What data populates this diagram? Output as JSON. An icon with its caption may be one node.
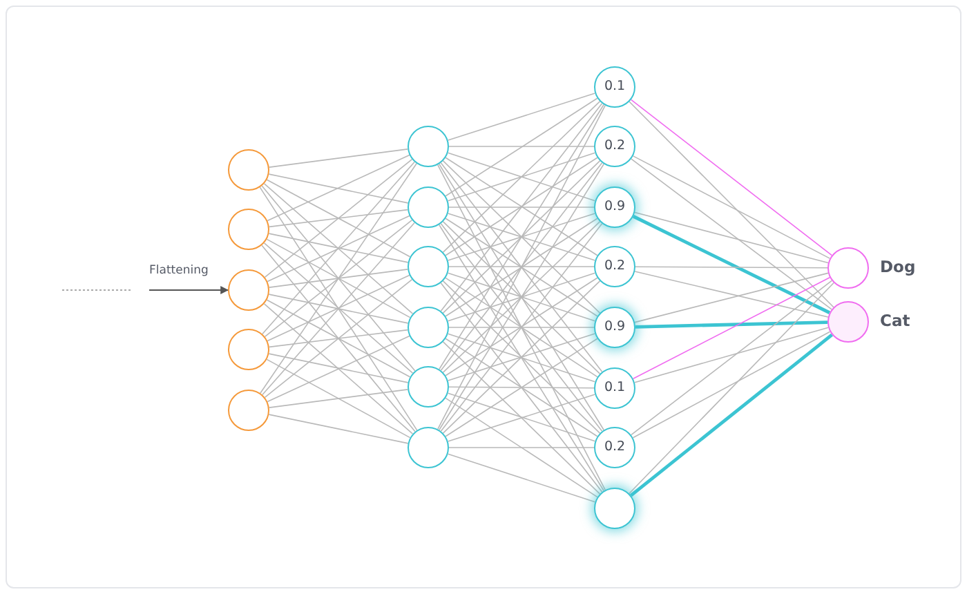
{
  "diagram": {
    "nodes": [
      {
        "text": [],
        "shape": "circle"
      },
      {
        "text": [],
        "shape": "circle"
      },
      {
        "text": [],
        "shape": "circle"
      },
      {
        "text": [],
        "shape": "circle"
      },
      {
        "text": [],
        "shape": "circle"
      },
      {
        "text": [],
        "shape": "circle"
      },
      {
        "text": [],
        "shape": "circle"
      },
      {
        "text": [],
        "shape": "circle"
      },
      {
        "text": [],
        "shape": "circle"
      },
      {
        "text": [],
        "shape": "circle"
      },
      {
        "text": [],
        "shape": "circle"
      },
      {
        "text": [
          "0.1"
        ]
      },
      {
        "text": [
          "0.2"
        ]
      },
      {
        "text": [
          "0.9"
        ]
      },
      {
        "text": [
          "0.2"
        ]
      },
      {
        "text": [
          "0.9"
        ]
      },
      {
        "text": [
          "0.1"
        ]
      },
      {
        "text": [
          "0.2"
        ]
      },
      {
        "text": [],
        "shape": "circle"
      },
      {
        "text": [],
        "shape": "circle",
        "beside": [
          "Dog"
        ]
      },
      {
        "text": [],
        "shape": "circle",
        "beside": [
          "Cat"
        ]
      }
    ],
    "edges": [
      {
        "from": 0,
        "to": 5,
        "arrow": "none"
      },
      {
        "from": 0,
        "to": 6,
        "arrow": "none"
      },
      {
        "from": 0,
        "to": 7,
        "arrow": "none"
      },
      {
        "from": 0,
        "to": 8,
        "arrow": "none"
      },
      {
        "from": 0,
        "to": 9,
        "arrow": "none"
      },
      {
        "from": 0,
        "to": 10,
        "arrow": "none"
      },
      {
        "from": 1,
        "to": 5,
        "arrow": "none"
      },
      {
        "from": 1,
        "to": 6,
        "arrow": "none"
      },
      {
        "from": 1,
        "to": 7,
        "arrow": "none"
      },
      {
        "from": 1,
        "to": 8,
        "arrow": "none"
      },
      {
        "from": 1,
        "to": 9,
        "arrow": "none"
      },
      {
        "from": 1,
        "to": 10,
        "arrow": "none"
      },
      {
        "from": 2,
        "to": 5,
        "arrow": "none"
      },
      {
        "from": 2,
        "to": 6,
        "arrow": "none"
      },
      {
        "from": 2,
        "to": 7,
        "arrow": "none"
      },
      {
        "from": 2,
        "to": 8,
        "arrow": "none"
      },
      {
        "from": 2,
        "to": 9,
        "arrow": "none"
      },
      {
        "from": 2,
        "to": 10,
        "arrow": "none"
      },
      {
        "from": 3,
        "to": 5,
        "arrow": "none"
      },
      {
        "from": 3,
        "to": 6,
        "arrow": "none"
      },
      {
        "from": 3,
        "to": 7,
        "arrow": "none"
      },
      {
        "from": 3,
        "to": 8,
        "arrow": "none"
      },
      {
        "from": 3,
        "to": 9,
        "arrow": "none"
      },
      {
        "from": 3,
        "to": 10,
        "arrow": "none"
      },
      {
        "from": 4,
        "to": 5,
        "arrow": "none"
      },
      {
        "from": 4,
        "to": 6,
        "arrow": "none"
      },
      {
        "from": 4,
        "to": 7,
        "arrow": "none"
      },
      {
        "from": 4,
        "to": 8,
        "arrow": "none"
      },
      {
        "from": 4,
        "to": 9,
        "arrow": "none"
      },
      {
        "from": 4,
        "to": 10,
        "arrow": "none"
      },
      {
        "from": 5,
        "to": 11,
        "arrow": "none"
      },
      {
        "from": 5,
        "to": 12,
        "arrow": "none"
      },
      {
        "from": 5,
        "to": 13,
        "arrow": "none"
      },
      {
        "from": 5,
        "to": 14,
        "arrow": "none"
      },
      {
        "from": 5,
        "to": 15,
        "arrow": "none"
      },
      {
        "from": 5,
        "to": 16,
        "arrow": "none"
      },
      {
        "from": 5,
        "to": 17,
        "arrow": "none"
      },
      {
        "from": 5,
        "to": 18,
        "arrow": "none"
      },
      {
        "from": 6,
        "to": 11,
        "arrow": "none"
      },
      {
        "from": 6,
        "to": 12,
        "arrow": "none"
      },
      {
        "from": 6,
        "to": 13,
        "arrow": "none"
      },
      {
        "from": 6,
        "to": 14,
        "arrow": "none"
      },
      {
        "from": 6,
        "to": 15,
        "arrow": "none"
      },
      {
        "from": 6,
        "to": 16,
        "arrow": "none"
      },
      {
        "from": 6,
        "to": 17,
        "arrow": "none"
      },
      {
        "from": 6,
        "to": 18,
        "arrow": "none"
      },
      {
        "from": 7,
        "to": 11,
        "arrow": "none"
      },
      {
        "from": 7,
        "to": 12,
        "arrow": "none"
      },
      {
        "from": 7,
        "to": 13,
        "arrow": "none"
      },
      {
        "from": 7,
        "to": 14,
        "arrow": "none"
      },
      {
        "from": 7,
        "to": 15,
        "arrow": "none"
      },
      {
        "from": 7,
        "to": 16,
        "arrow": "none"
      },
      {
        "from": 7,
        "to": 17,
        "arrow": "none"
      },
      {
        "from": 7,
        "to": 18,
        "arrow": "none"
      },
      {
        "from": 8,
        "to": 11,
        "arrow": "none"
      },
      {
        "from": 8,
        "to": 12,
        "arrow": "none"
      },
      {
        "from": 8,
        "to": 13,
        "arrow": "none"
      },
      {
        "from": 8,
        "to": 14,
        "arrow": "none"
      },
      {
        "from": 8,
        "to": 15,
        "arrow": "none"
      },
      {
        "from": 8,
        "to": 16,
        "arrow": "none"
      },
      {
        "from": 8,
        "to": 17,
        "arrow": "none"
      },
      {
        "from": 8,
        "to": 18,
        "arrow": "none"
      },
      {
        "from": 9,
        "to": 11,
        "arrow": "none"
      },
      {
        "from": 9,
        "to": 12,
        "arrow": "none"
      },
      {
        "from": 9,
        "to": 13,
        "arrow": "none"
      },
      {
        "from": 9,
        "to": 14,
        "arrow": "none"
      },
      {
        "from": 9,
        "to": 15,
        "arrow": "none"
      },
      {
        "from": 9,
        "to": 16,
        "arrow": "none"
      },
      {
        "from": 9,
        "to": 17,
        "arrow": "none"
      },
      {
        "from": 9,
        "to": 18,
        "arrow": "none"
      },
      {
        "from": 10,
        "to": 11,
        "arrow": "none"
      },
      {
        "from": 10,
        "to": 12,
        "arrow": "none"
      },
      {
        "from": 10,
        "to": 13,
        "arrow": "none"
      },
      {
        "from": 10,
        "to": 14,
        "arrow": "none"
      },
      {
        "from": 10,
        "to": 15,
        "arrow": "none"
      },
      {
        "from": 10,
        "to": 16,
        "arrow": "none"
      },
      {
        "from": 10,
        "to": 17,
        "arrow": "none"
      },
      {
        "from": 10,
        "to": 18,
        "arrow": "none"
      },
      {
        "from": 11,
        "to": 19,
        "arrow": "none",
        "color": "#f06cf0"
      },
      {
        "from": 11,
        "to": 20,
        "arrow": "none"
      },
      {
        "from": 12,
        "to": 19,
        "arrow": "none"
      },
      {
        "from": 12,
        "to": 20,
        "arrow": "none"
      },
      {
        "from": 13,
        "to": 19,
        "arrow": "none"
      },
      {
        "from": 13,
        "to": 20,
        "arrow": "none",
        "style": "thick",
        "color": "#3cc4d2"
      },
      {
        "from": 14,
        "to": 19,
        "arrow": "none"
      },
      {
        "from": 14,
        "to": 20,
        "arrow": "none"
      },
      {
        "from": 15,
        "to": 19,
        "arrow": "none"
      },
      {
        "from": 15,
        "to": 20,
        "arrow": "none",
        "style": "thick",
        "color": "#3cc4d2"
      },
      {
        "from": 16,
        "to": 19,
        "arrow": "none",
        "color": "#f06cf0"
      },
      {
        "from": 16,
        "to": 20,
        "arrow": "none"
      },
      {
        "from": 17,
        "to": 19,
        "arrow": "none"
      },
      {
        "from": 17,
        "to": 20,
        "arrow": "none"
      },
      {
        "from": 18,
        "to": 19,
        "arrow": "none"
      },
      {
        "from": 18,
        "to": 20,
        "arrow": "none",
        "style": "thick",
        "color": "#3cc4d2"
      },
      {
        "from": null,
        "to": 2,
        "arrow": "to",
        "label": "Flattening",
        "color": "#555555"
      }
    ]
  }
}
